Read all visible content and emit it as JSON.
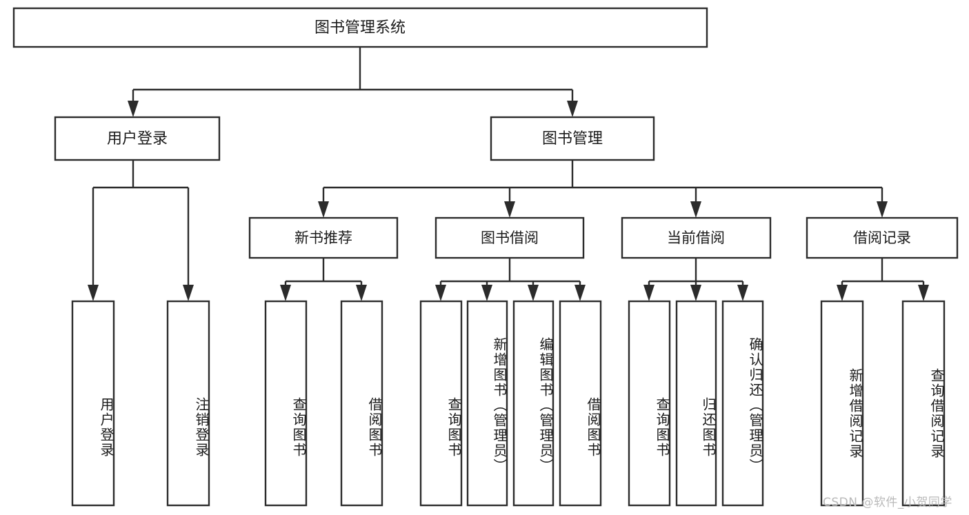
{
  "diagram": {
    "type": "tree",
    "title_node": "图书管理系统",
    "nodes": {
      "root": {
        "label": "图书管理系统",
        "level": 0
      },
      "l1": [
        {
          "id": "user_login",
          "label": "用户登录"
        },
        {
          "id": "book_manage",
          "label": "图书管理"
        }
      ],
      "l2": [
        {
          "id": "new_book_rec",
          "label": "新书推荐",
          "parent": "book_manage"
        },
        {
          "id": "book_borrow",
          "label": "图书借阅",
          "parent": "book_manage"
        },
        {
          "id": "current_borrow",
          "label": "当前借阅",
          "parent": "book_manage"
        },
        {
          "id": "borrow_record",
          "label": "借阅记录",
          "parent": "book_manage"
        }
      ],
      "leaves": [
        {
          "id": "leaf_user_login",
          "label": "用户登录",
          "parent": "user_login"
        },
        {
          "id": "leaf_logout",
          "label": "注销登录",
          "parent": "user_login"
        },
        {
          "id": "leaf_query_book_1",
          "label": "查询图书",
          "parent": "new_book_rec"
        },
        {
          "id": "leaf_borrow_book_1",
          "label": "借阅图书",
          "parent": "new_book_rec"
        },
        {
          "id": "leaf_query_book_2",
          "label": "查询图书",
          "parent": "book_borrow"
        },
        {
          "id": "leaf_add_book",
          "label": "新增图书（管理员）",
          "parent": "book_borrow"
        },
        {
          "id": "leaf_edit_book",
          "label": "编辑图书（管理员）",
          "parent": "book_borrow"
        },
        {
          "id": "leaf_borrow_book_2",
          "label": "借阅图书",
          "parent": "book_borrow"
        },
        {
          "id": "leaf_query_book_3",
          "label": "查询图书",
          "parent": "current_borrow"
        },
        {
          "id": "leaf_return_book",
          "label": "归还图书",
          "parent": "current_borrow"
        },
        {
          "id": "leaf_confirm_return",
          "label": "确认归还（管理员）",
          "parent": "current_borrow"
        },
        {
          "id": "leaf_add_record",
          "label": "新增借阅记录",
          "parent": "borrow_record"
        },
        {
          "id": "leaf_query_record",
          "label": "查询借阅记录",
          "parent": "borrow_record"
        }
      ]
    },
    "colors": {
      "stroke": "#2b2b2b",
      "fill": "#ffffff",
      "text": "#1a1a1a",
      "watermark": "#b9b9b9"
    }
  },
  "watermark": {
    "text": "CSDN @软件_小贺同学"
  }
}
